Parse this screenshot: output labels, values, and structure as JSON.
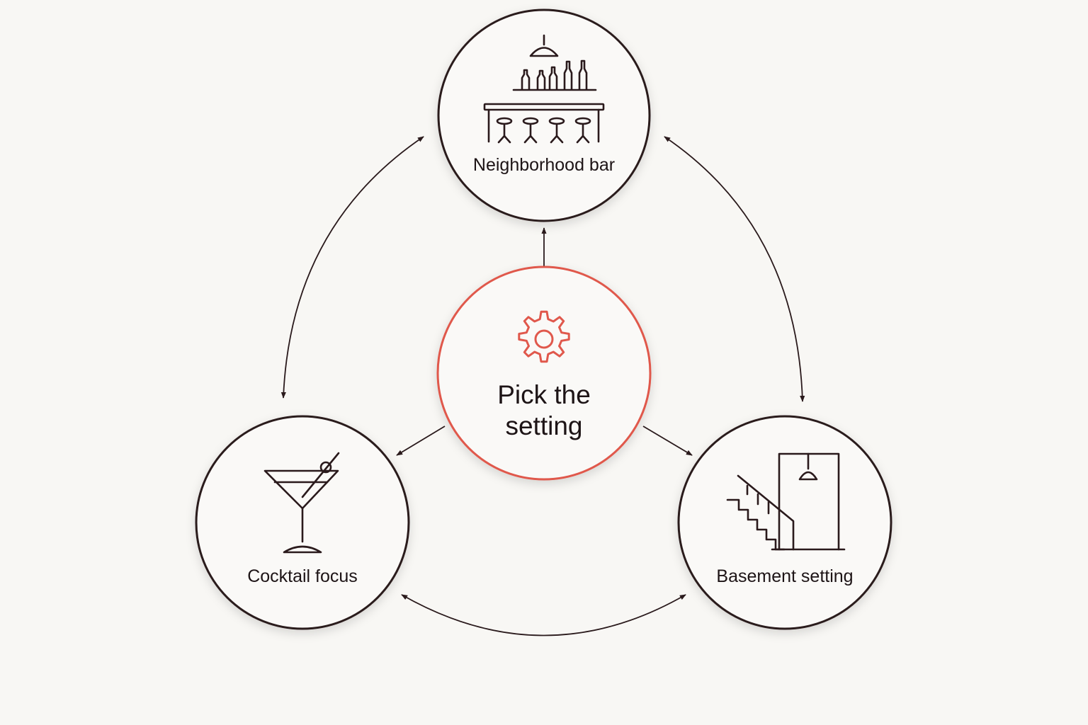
{
  "center": {
    "line1": "Pick the",
    "line2": "setting",
    "icon": "gear-icon"
  },
  "nodes": {
    "top": {
      "label": "Neighborhood bar",
      "icon": "bar-counter-icon"
    },
    "left": {
      "label": "Cocktail focus",
      "icon": "martini-glass-icon"
    },
    "right": {
      "label": "Basement setting",
      "icon": "basement-stairs-icon"
    }
  },
  "colors": {
    "background": "#f8f7f4",
    "outline": "#2a1a1c",
    "accent": "#e0584c",
    "text": "#1d1416"
  }
}
